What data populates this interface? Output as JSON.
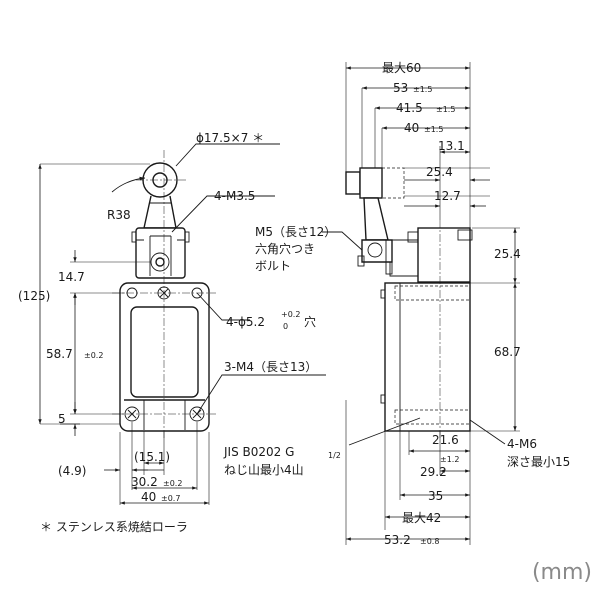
{
  "front_view": {
    "roller_dim": "ϕ17.5×7 ＊",
    "radius_label": "R38",
    "screw_label": "4-M3.5",
    "height_total": "(125)",
    "height_14_7": "14.7",
    "hole_dim": "4-ϕ5.2",
    "hole_tol_upper": "+0.2",
    "hole_tol_lower": "0",
    "hole_suffix": "穴",
    "height_58_7": "58.7",
    "tol_02": "±0.2",
    "mount_label": "3-M4（長さ13）",
    "height_5": "5",
    "width_4_9": "(4.9)",
    "width_15_1": "(15.1)",
    "width_30_2": "30.2",
    "width_40": "40",
    "tol_07": "±0.7"
  },
  "side_view": {
    "max_60": "最大60",
    "dim_53": "53",
    "tol_15": "±1.5",
    "dim_41_5": "41.5",
    "dim_40": "40",
    "dim_13_1": "13.1",
    "dim_25_4_top": "25.4",
    "dim_12_7": "12.7",
    "bolt_line1": "M5（長さ12）",
    "bolt_line2": "六角穴つき",
    "bolt_line3": "ボルト",
    "dim_25_4_side": "25.4",
    "dim_68_7": "68.7",
    "conduit_line1": "JIS B0202 G",
    "conduit_frac": "1/2",
    "conduit_line2": "ねじ山最小4山",
    "dim_21_6": "21.6",
    "tol_12": "±1.2",
    "dim_29_2": "29.2",
    "dim_35": "35",
    "max_42": "最大42",
    "dim_53_2": "53.2",
    "tol_08": "±0.8",
    "m6_line1": "4-M6",
    "m6_line2": "深さ最小15"
  },
  "footnote": "＊ ステンレス系焼結ローラ",
  "unit_note": "(mm)"
}
